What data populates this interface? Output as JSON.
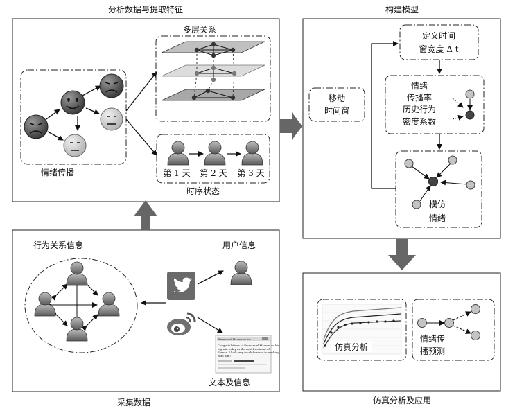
{
  "panels": {
    "analysis": {
      "title": "分析数据与提取特征"
    },
    "model": {
      "title": "构建模型"
    },
    "collect": {
      "title": "采集数据"
    },
    "simulation": {
      "title": "仿真分析及应用"
    }
  },
  "analysis": {
    "emotion_spread": "情绪传播",
    "multilayer": "多层关系",
    "timeseries": "时序状态",
    "days": [
      "第 1 天",
      "第 2 天",
      "第 3 天"
    ]
  },
  "model": {
    "moving_window": [
      "移动",
      "时间窗"
    ],
    "window_width": [
      "定义时间",
      "窗宽度 Δ t"
    ],
    "params": [
      "情绪",
      "传播率",
      "历史行为",
      "密度系数"
    ],
    "imitate": [
      "模仿",
      "情绪"
    ]
  },
  "collect": {
    "behavior_relation": "行为关系信息",
    "user_info": "用户信息",
    "text_info": "文本及信息",
    "tweet_lines": [
      "Emmanuel Macron on his",
      "Congratulations to Emmanuel Macron on his",
      "big win today as the next President of",
      "France. I look very much forward to working",
      "with him!"
    ]
  },
  "simulation": {
    "sim_analysis": "仿真分析",
    "predict": [
      "情绪传",
      "播预测"
    ]
  },
  "colors": {
    "face_dark": "#555555",
    "face_mid": "#777777",
    "face_light": "#c8c8c8",
    "node_light": "#bbbbbb",
    "node_dark": "#444444",
    "arrow_gray": "#666666"
  }
}
